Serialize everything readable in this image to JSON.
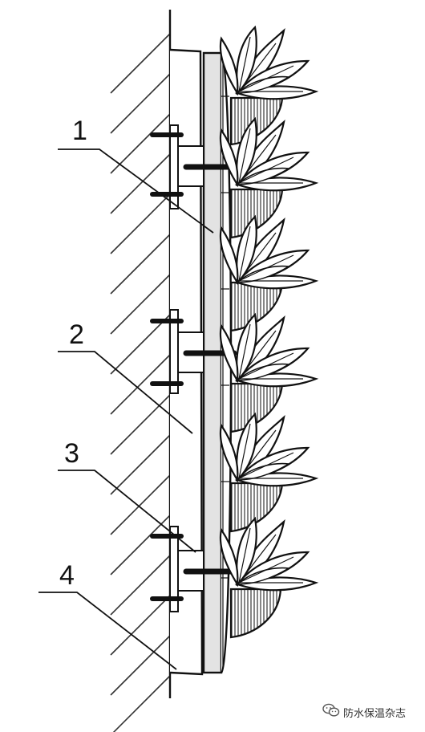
{
  "callouts": [
    {
      "id": "1",
      "text": "1"
    },
    {
      "id": "2",
      "text": "2"
    },
    {
      "id": "3",
      "text": "3"
    },
    {
      "id": "4",
      "text": "4"
    }
  ],
  "watermark": {
    "text": "防水保温杂志",
    "icon": "wechat-icon"
  }
}
